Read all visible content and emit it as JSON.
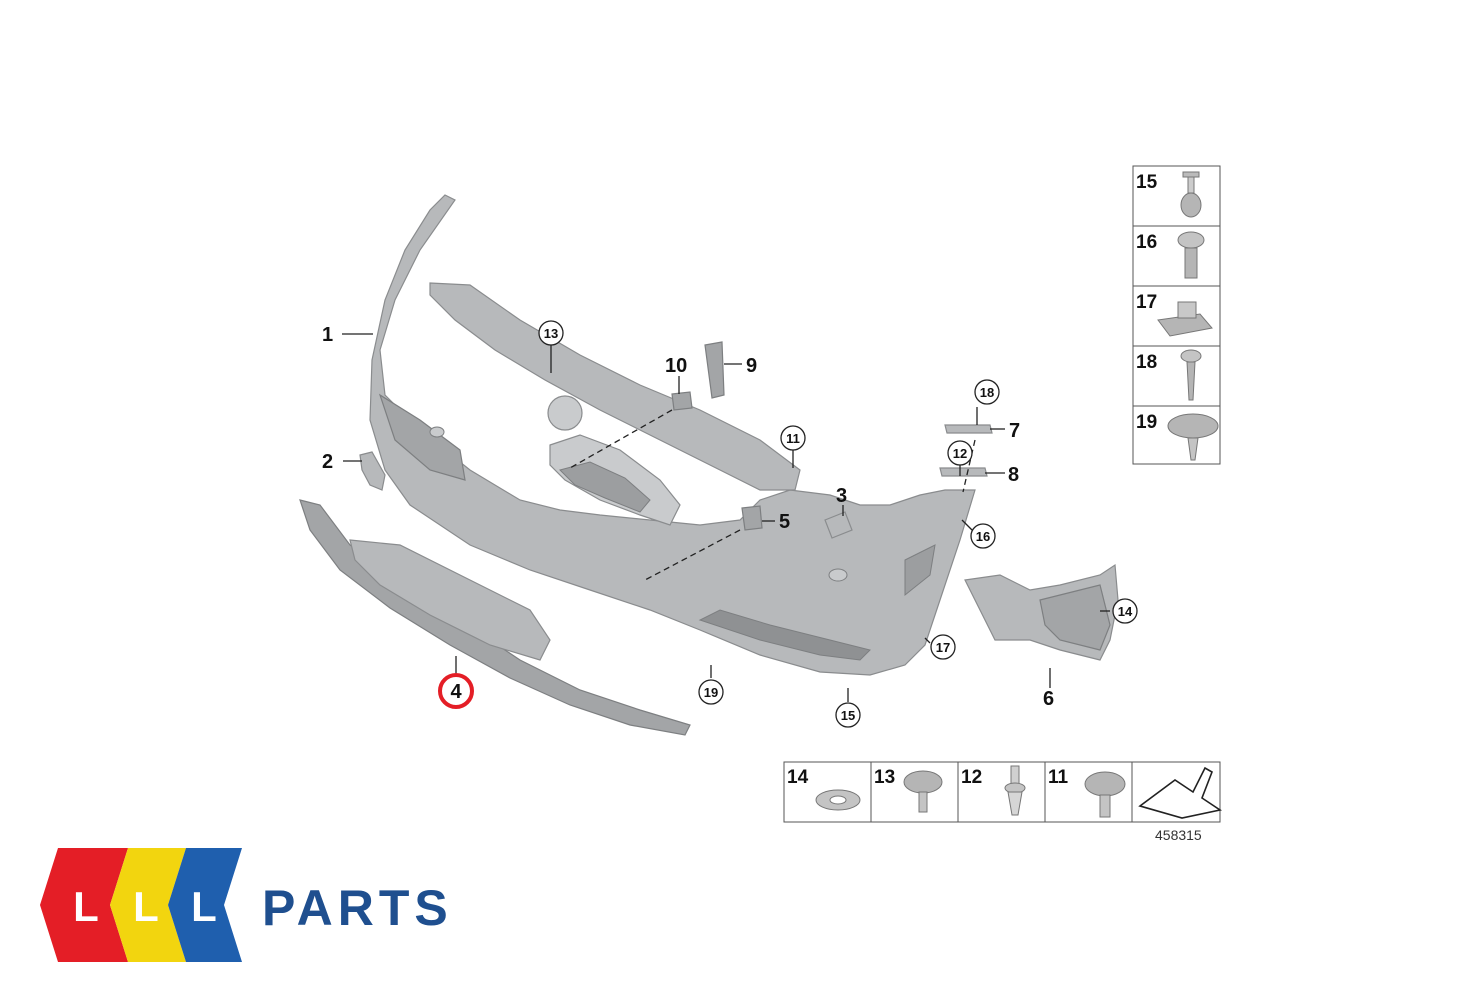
{
  "diagram": {
    "callouts_plain": [
      "1",
      "2",
      "3",
      "4",
      "5",
      "6",
      "7",
      "8",
      "9",
      "10"
    ],
    "callouts_circled": [
      "11",
      "12",
      "13",
      "14",
      "15",
      "16",
      "17",
      "18",
      "19"
    ],
    "highlighted_callout": "4",
    "highlight_color": "#e41e26",
    "right_table": [
      "15",
      "16",
      "17",
      "18",
      "19"
    ],
    "bottom_table": [
      "14",
      "13",
      "12",
      "11"
    ],
    "reference_number": "458315"
  },
  "logo": {
    "letters": [
      "L",
      "L",
      "L"
    ],
    "colors": [
      "#e41e26",
      "#f2d50f",
      "#1f5fae"
    ],
    "brand_text": "PARTS",
    "brand_color": "#1f4f8f"
  }
}
